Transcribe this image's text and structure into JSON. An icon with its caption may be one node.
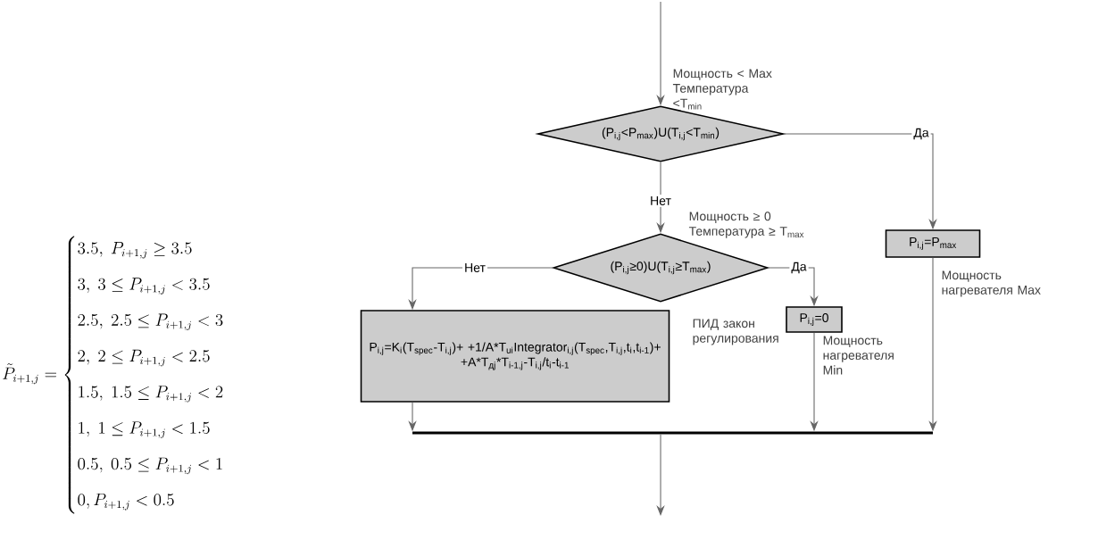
{
  "diagram": {
    "nodes": [
      {
        "text": [
          "(P$_{i,j}$<P$_{max}$)U(T$_{i,j}$<T$_{min}$)"
        ],
        "beside": [
          "Мощность < Max Температура <T$_{min}$"
        ]
      },
      {
        "text": [
          "(P$_{i,j}$≥0)U(T$_{i,j}$≥T$_{max}$)"
        ],
        "beside": [
          "Мощность ≥ 0 Температура ≥ T$_{max}$"
        ]
      },
      {
        "text": [
          "P$_{i,j}$=P$_{max}$"
        ],
        "beside": [
          "Мощность нагревателя Max"
        ]
      },
      {
        "text": [
          "P$_{i,j}$=K$_{i}$(T$_{spec}$-T$_{i,j}$)+ +1/A*T$_{ui}$Integrator$_{i,j}$(T$_{spec}$,T$_{i,j}$,t$_{i}$,t$_{i-1}$)+ +A*T$_{дj}$*T$_{i-1,j}$-T$_{i,j}$/t$_{i}$-t$_{i-1}$"
        ]
      },
      {
        "text": [
          "P$_{i,j}$=0"
        ],
        "beside": [
          "Мощность нагревателя Min"
        ]
      },
      {
        "text": [],
        "shape": "bar"
      }
    ],
    "edges": [
      {
        "from": null,
        "to": 0,
        "arrow": "to"
      },
      {
        "from": 0,
        "to": 2,
        "arrow": "to",
        "label": "Да"
      },
      {
        "from": 0,
        "to": 1,
        "arrow": "to",
        "label": "Нет"
      },
      {
        "from": 1,
        "to": 3,
        "arrow": "to",
        "label": "Нет"
      },
      {
        "from": 1,
        "to": 4,
        "arrow": "to",
        "label": "Да"
      },
      {
        "from": 3,
        "to": 5,
        "arrow": "to"
      },
      {
        "from": 4,
        "to": 5,
        "arrow": "to"
      },
      {
        "from": 2,
        "to": 5,
        "arrow": "to"
      },
      {
        "from": 5,
        "to": null,
        "arrow": "to"
      }
    ],
    "labels": [
      "\\tilde{P}_{i+1,j}=\\begin{cases}3.5,\\ P_{i+1,j}\\ge 3.5\\\\[11pt] 3,\\ 3\\le P_{i+1,j}<3.5\\\\[11pt] 2.5,\\ 2.5\\le P_{i+1,j}<3\\\\[11pt] 2,\\ 2\\le P_{i+1,j}<2.5\\\\[11pt] 1.5,\\ 1.5\\le P_{i+1,j}<2\\\\[11pt] 1,\\ 1\\le P_{i+1,j}<1.5\\\\[11pt] 0.5,\\ 0.5\\le P_{i+1,j}<1\\\\[11pt] 0,P_{i+1,j}<0.5\\end{cases}",
      "ПИД закон регулирования"
    ]
  }
}
